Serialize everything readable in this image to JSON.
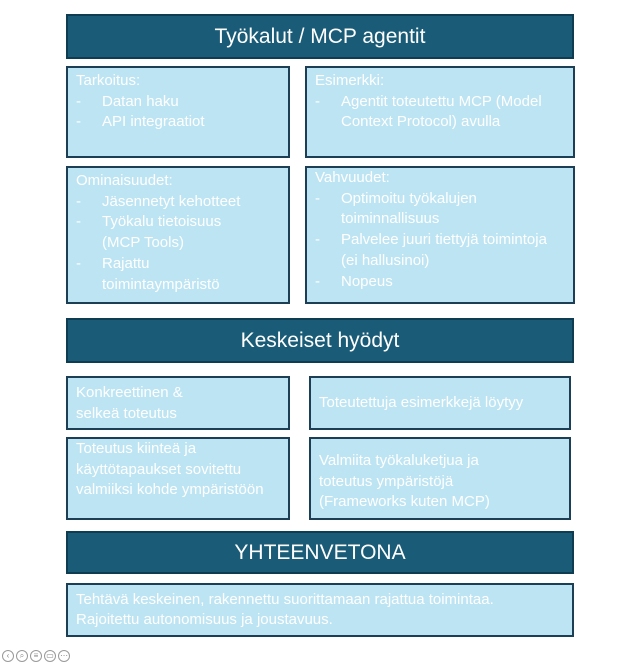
{
  "sections": {
    "tools_header": "Työkalut / MCP agentit",
    "benefits_header": "Keskeiset hyödyt",
    "summary_header": "YHTEENVETONA"
  },
  "purpose": {
    "title": "Tarkoitus:",
    "items": [
      "Datan haku",
      "API integraatiot"
    ]
  },
  "example": {
    "title": "Esimerkki:",
    "items": [
      "Agentit toteutettu MCP (Model Context Protocol) avulla"
    ]
  },
  "features": {
    "title": "Ominaisuudet:",
    "items": [
      "Jäsennetyt kehotteet",
      "Työkalu tietoisuus (MCP Tools)",
      "Rajattu toimintaympäristö"
    ]
  },
  "strengths": {
    "title": "Vahvuudet:",
    "items": [
      "Optimoitu työkalujen toiminnallisuus",
      "Palvelee juuri tiettyjä toimintoja (ei hallusinoi)",
      "Nopeus"
    ]
  },
  "benefits": {
    "b1": "Konkreettinen & selkeä toteutus",
    "b2": "Toteutettuja esimerkkejä löytyy",
    "b3": "Toteutus kiinteä ja käyttötapaukset sovitettu valmiiksi kohde ympäristöön",
    "b4": "Valmiita työkaluketjua ja toteutus ympäristöjä (Frameworks  kuten MCP)"
  },
  "summary": {
    "line1": "Tehtävä keskeinen, rakennettu suorittamaan rajattua toimintaa.",
    "line2": "Rajoitettu autonomisuus ja joustavuus."
  },
  "toolbar": {
    "icons": [
      "navigate-back-icon",
      "zoom-icon",
      "menu-icon",
      "slides-icon",
      "more-icon"
    ]
  },
  "colors": {
    "header_bg": "#1a5c77",
    "box_bg": "#bde4f3",
    "box_border": "#1c3f56",
    "text": "#ffffff"
  }
}
